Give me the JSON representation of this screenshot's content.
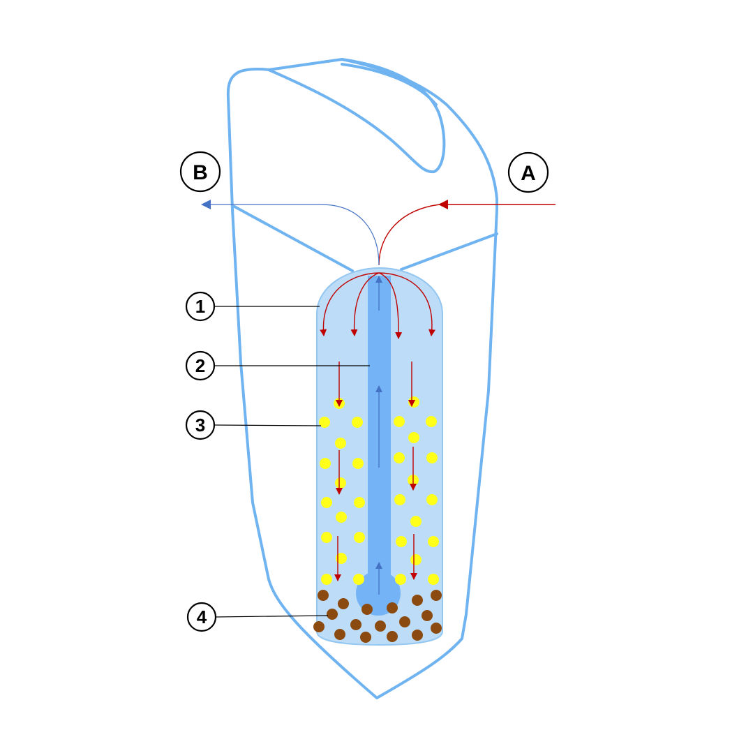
{
  "labels": {
    "inlet": "A",
    "outlet": "B",
    "part_1": "1",
    "part_2": "2",
    "part_3": "3",
    "part_4": "4"
  },
  "colors": {
    "outline": "#6fb3f0",
    "cartridge_fill": "#bcdcf7",
    "center_tube": "#74b4f6",
    "inflow_arrow": "#c00000",
    "outflow_arrow": "#4472c4",
    "granules_light": "#ffff1a",
    "granules_dark": "#8b4a0f"
  },
  "icons": {
    "inflow": "red-arrow",
    "outflow": "blue-arrow",
    "light-media": "yellow-dot",
    "dark-media": "brown-dot"
  }
}
